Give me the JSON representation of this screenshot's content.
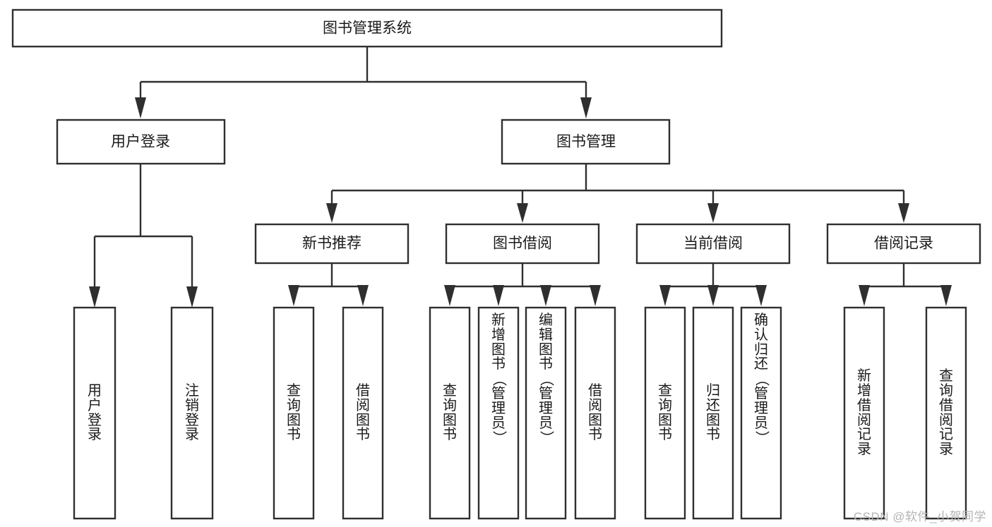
{
  "diagram": {
    "title": "图书管理系统",
    "type": "tree",
    "orientation": "top-down",
    "colors": {
      "box_fill": "#ffffff",
      "box_stroke": "#2f2f2f",
      "connector": "#2f2f2f",
      "text": "#1a1a1a",
      "watermark": "#b4b4b4",
      "background": "#ffffff"
    },
    "root": {
      "id": "root",
      "label": "图书管理系统"
    },
    "level2": [
      {
        "id": "user-login",
        "label": "用户登录"
      },
      {
        "id": "book-manage",
        "label": "图书管理"
      }
    ],
    "level3": [
      {
        "id": "new-book-recommend",
        "label": "新书推荐",
        "parent": "book-manage"
      },
      {
        "id": "book-borrow",
        "label": "图书借阅",
        "parent": "book-manage"
      },
      {
        "id": "current-borrow",
        "label": "当前借阅",
        "parent": "book-manage"
      },
      {
        "id": "borrow-record",
        "label": "借阅记录",
        "parent": "book-manage"
      }
    ],
    "leaves": [
      {
        "id": "leaf-user-login",
        "label": "用户登录",
        "parent": "user-login"
      },
      {
        "id": "leaf-user-logout",
        "label": "注销登录",
        "parent": "user-login"
      },
      {
        "id": "leaf-query-book-1",
        "label": "查询图书",
        "parent": "new-book-recommend"
      },
      {
        "id": "leaf-borrow-book-1",
        "label": "借阅图书",
        "parent": "new-book-recommend"
      },
      {
        "id": "leaf-query-book-2",
        "label": "查询图书",
        "parent": "book-borrow"
      },
      {
        "id": "leaf-add-book",
        "label": "新增图书（管理员）",
        "parent": "book-borrow"
      },
      {
        "id": "leaf-edit-book",
        "label": "编辑图书（管理员）",
        "parent": "book-borrow"
      },
      {
        "id": "leaf-borrow-book-2",
        "label": "借阅图书",
        "parent": "book-borrow"
      },
      {
        "id": "leaf-query-book-3",
        "label": "查询图书",
        "parent": "current-borrow"
      },
      {
        "id": "leaf-return-book",
        "label": "归还图书",
        "parent": "current-borrow"
      },
      {
        "id": "leaf-confirm-return",
        "label": "确认归还（管理员）",
        "parent": "current-borrow"
      },
      {
        "id": "leaf-add-record",
        "label": "新增借阅记录",
        "parent": "borrow-record"
      },
      {
        "id": "leaf-query-record",
        "label": "查询借阅记录",
        "parent": "borrow-record"
      }
    ]
  },
  "watermark": {
    "text": "CSDN @软件_小贺同学"
  }
}
